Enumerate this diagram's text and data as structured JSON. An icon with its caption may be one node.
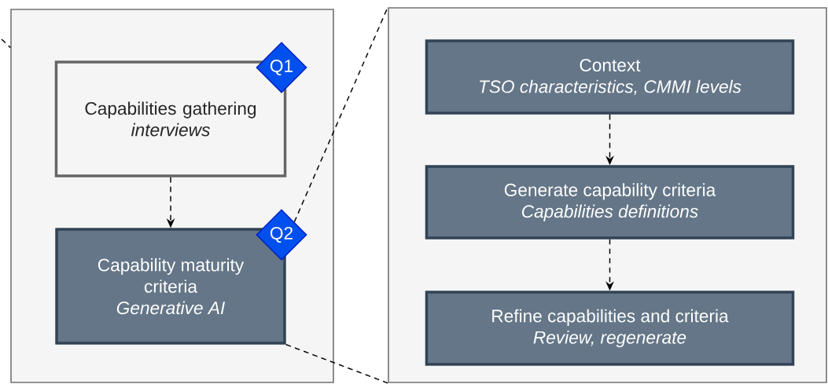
{
  "diagram": {
    "nodes": [
      {
        "text": [],
        "shape": "box"
      },
      {
        "text": [
          "Capabilities gathering",
          "interviews"
        ],
        "in": 0
      },
      {
        "text": [
          "Q1"
        ],
        "in": 0
      },
      {
        "text": [
          "Capability maturity criteria",
          "Generative AI"
        ],
        "in": 0
      },
      {
        "text": [
          "Q2"
        ],
        "in": 0
      },
      {
        "text": [],
        "shape": "box"
      },
      {
        "text": [
          "Context",
          "TSO characteristics, CMMI levels"
        ],
        "in": 5
      },
      {
        "text": [
          "Generate capability criteria",
          "Capabilities definitions"
        ],
        "in": 5
      },
      {
        "text": [
          "Refine capabilities and criteria",
          "Review, regenerate"
        ],
        "in": 5
      }
    ],
    "edges": [
      {
        "from": 1,
        "to": 3,
        "arrow": "to",
        "style": "dashed"
      },
      {
        "from": 6,
        "to": 7,
        "arrow": "to",
        "style": "dashed"
      },
      {
        "from": 7,
        "to": 8,
        "arrow": "to",
        "style": "dashed"
      },
      {
        "from": 4,
        "to": 5,
        "arrow": "none",
        "style": "dashed"
      },
      {
        "from": 3,
        "to": 5,
        "arrow": "none",
        "style": "dashed"
      },
      {
        "from": null,
        "to": 0,
        "arrow": "none",
        "style": "dashed"
      }
    ]
  }
}
